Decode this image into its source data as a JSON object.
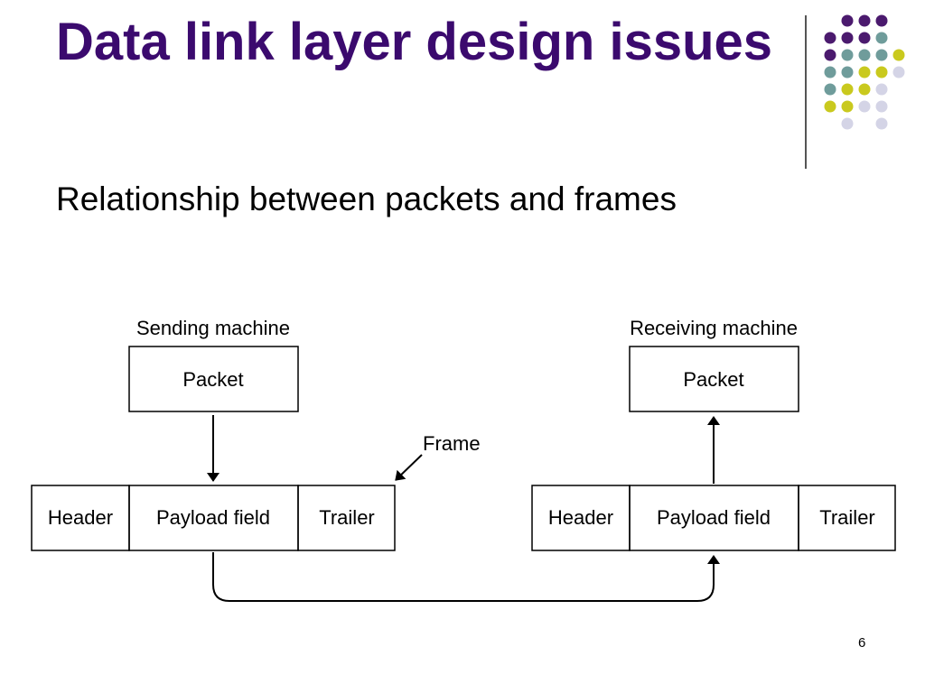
{
  "slide": {
    "title": "Data link layer design issues",
    "subtitle": "Relationship between packets and frames",
    "page_number": "6"
  },
  "decoration": {
    "colors": {
      "purple": "#4b1a6e",
      "teal": "#6f9c9b",
      "yellow": "#c9c91e",
      "lavender": "#d4d4e6",
      "title": "#3b0a6e"
    }
  },
  "diagram": {
    "sending_label": "Sending machine",
    "receiving_label": "Receiving machine",
    "sending_packet": "Packet",
    "receiving_packet": "Packet",
    "frame_label": "Frame",
    "sending_frame": {
      "header": "Header",
      "payload": "Payload field",
      "trailer": "Trailer"
    },
    "receiving_frame": {
      "header": "Header",
      "payload": "Payload field",
      "trailer": "Trailer"
    }
  }
}
